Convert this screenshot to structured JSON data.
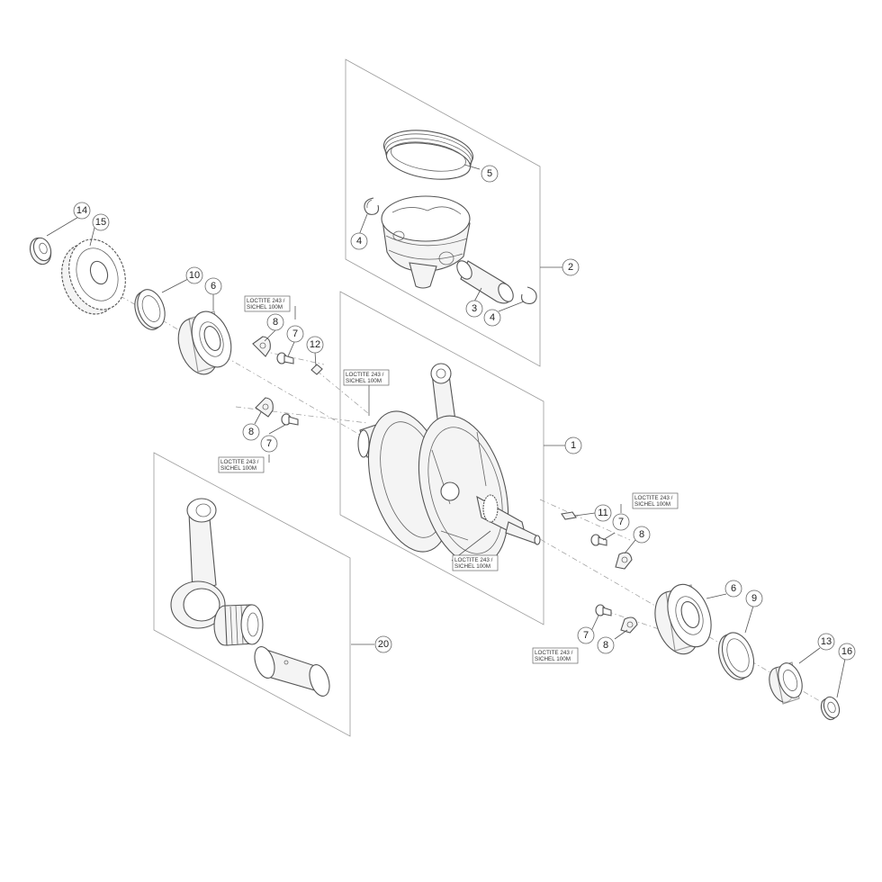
{
  "callouts": {
    "c1": "1",
    "c2": "2",
    "c3": "3",
    "c4a": "4",
    "c4b": "4",
    "c5": "5",
    "c6a": "6",
    "c6b": "6",
    "c7a": "7",
    "c7b": "7",
    "c7c": "7",
    "c7d": "7",
    "c8a": "8",
    "c8b": "8",
    "c8c": "8",
    "c8d": "8",
    "c9": "9",
    "c10": "10",
    "c11": "11",
    "c12": "12",
    "c13": "13",
    "c14": "14",
    "c15": "15",
    "c16": "16",
    "c20": "20"
  },
  "notes": {
    "n1": {
      "line1": "LOCTITE 243 /",
      "line2": "SICHEL 100M"
    },
    "n2": {
      "line1": "LOCTITE 243 /",
      "line2": "SICHEL 100M"
    },
    "n3": {
      "line1": "LOCTITE 243 /",
      "line2": "SICHEL 100M"
    },
    "n4": {
      "line1": "LOCTITE 243 /",
      "line2": "SICHEL 100M"
    },
    "n5": {
      "line1": "LOCTITE 243 /",
      "line2": "SICHEL 100M"
    },
    "n6": {
      "line1": "LOCTITE 243 /",
      "line2": "SICHEL 100M"
    }
  }
}
